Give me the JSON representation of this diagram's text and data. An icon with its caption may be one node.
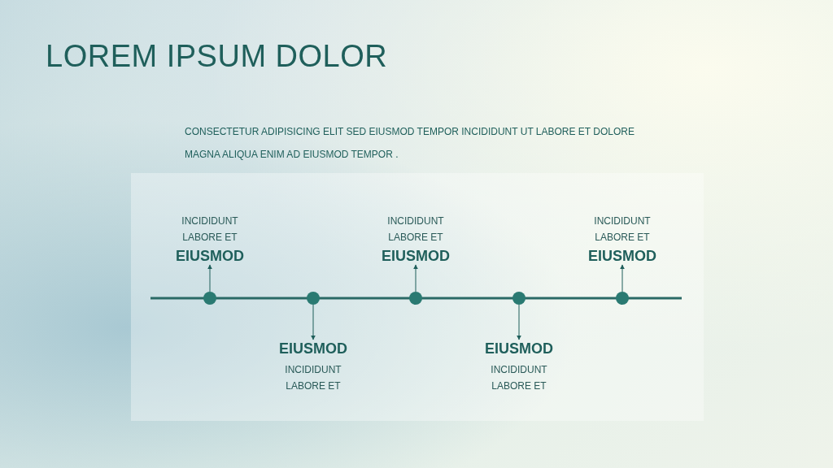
{
  "diagram": {
    "title": "LOREM IPSUM DOLOR",
    "nodes": [
      {
        "text": [
          "INCIDIDUNT LABORE ET",
          "EIUSMOD"
        ]
      },
      {
        "text": [
          "EIUSMOD",
          "INCIDIDUNT LABORE ET"
        ]
      },
      {
        "text": [
          "INCIDIDUNT LABORE ET",
          "EIUSMOD"
        ]
      },
      {
        "text": [
          "EIUSMOD",
          "INCIDIDUNT LABORE ET"
        ]
      },
      {
        "text": [
          "INCIDIDUNT LABORE ET",
          "EIUSMOD"
        ]
      },
      {
        "text": [],
        "shape": "circle"
      },
      {
        "text": [],
        "shape": "circle"
      },
      {
        "text": [],
        "shape": "circle"
      },
      {
        "text": [],
        "shape": "circle"
      },
      {
        "text": [],
        "shape": "circle"
      }
    ],
    "edges": [
      {
        "from": 5,
        "to": 0,
        "arrow": "to"
      },
      {
        "from": 6,
        "to": 1,
        "arrow": "to"
      },
      {
        "from": 7,
        "to": 2,
        "arrow": "to"
      },
      {
        "from": 8,
        "to": 3,
        "arrow": "to"
      },
      {
        "from": 9,
        "to": 4,
        "arrow": "to"
      }
    ],
    "labels": [
      "CONSECTETUR ADIPISICING ELIT SED EIUSMOD TEMPOR INCIDIDUNT UT LABORE ET DOLORE MAGNA ALIQUA ENIM AD EIUSMOD TEMPOR ."
    ]
  }
}
